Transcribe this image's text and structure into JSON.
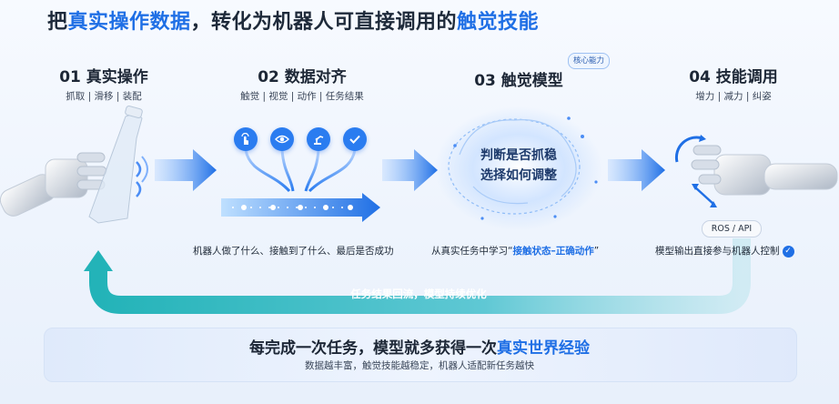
{
  "headline": {
    "p1": "把",
    "h1": "真实操作数据",
    "p2": "，转化为机器人可直接调用的",
    "h2": "触觉技能"
  },
  "steps": [
    {
      "title": "01 真实操作",
      "sub": "抓取 | 滑移 | 装配"
    },
    {
      "title": "02 数据对齐",
      "sub": "触觉 | 视觉 | 动作 | 任务结果"
    },
    {
      "title": "03 触觉模型",
      "sub": ""
    },
    {
      "title": "04 技能调用",
      "sub": "增力 | 减力 | 纠姿"
    }
  ],
  "badge": "核心能力",
  "brain": {
    "line1": "判断是否抓稳",
    "line2": "选择如何调整"
  },
  "captions": {
    "step2": "机器人做了什么、接触到了什么、最后是否成功",
    "step3_pre": "从真实任务中学习“",
    "step3_hl": "接触状态–正确动作",
    "step3_post": "”",
    "step4": "模型输出直接参与机器人控制"
  },
  "ros_label": "ROS / API",
  "loop_label": "任务结果回流，模型持续优化",
  "bottom": {
    "title_pre": "每完成一次任务，模型就多获得一次",
    "title_hl": "真实世界经验",
    "sub": "数据越丰富，触觉技能越稳定，机器人适配新任务越快"
  },
  "icons": [
    "touch-icon",
    "eye-icon",
    "robot-arm-icon",
    "check-icon"
  ],
  "colors": {
    "accent": "#1f6fe5",
    "teal": "#2fb7c6",
    "text": "#1d2736"
  }
}
